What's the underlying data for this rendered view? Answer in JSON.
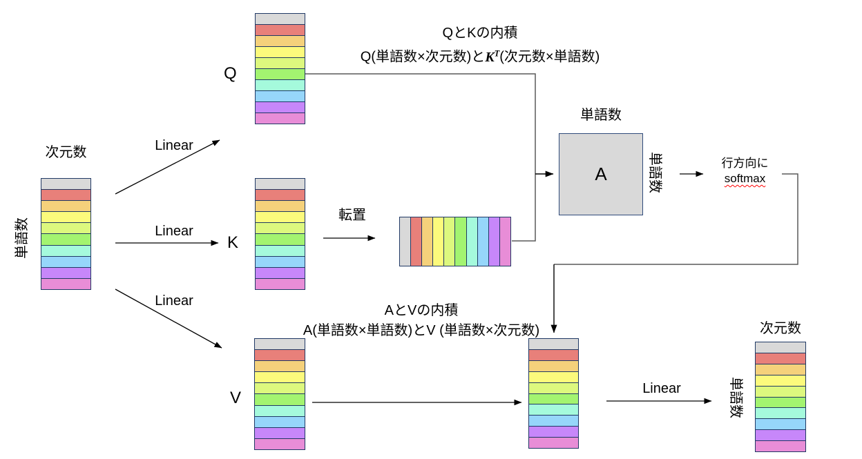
{
  "colors": {
    "matrix_border": "#1f3864",
    "matrix_rows": [
      "#d9d9d9",
      "#e8807a",
      "#f5d17b",
      "#fcfa7c",
      "#ddf87e",
      "#a3f470",
      "#a5fadc",
      "#96d6fa",
      "#c787fa",
      "#e88dd7"
    ],
    "a_box_fill": "#d9d9d9",
    "a_box_border": "#2e4a7a",
    "connector": "#595959",
    "arrow": "#000000",
    "softmax_underline": "#ff0000"
  },
  "matrices": {
    "source": {
      "top_label": "次元数",
      "side_label": "単語数"
    },
    "q": {
      "label": "Q"
    },
    "k": {
      "label": "K"
    },
    "v": {
      "label": "V"
    },
    "attention": {
      "label": "A",
      "top_label": "単語数",
      "side_label": "単語数"
    },
    "output": {
      "top_label": "次元数",
      "side_label": "単語数"
    }
  },
  "arrow_labels": {
    "linear_q": "Linear",
    "linear_k": "Linear",
    "linear_v": "Linear",
    "linear_out": "Linear",
    "transpose": "転置"
  },
  "annotations": {
    "qk_product": {
      "title": "QとKの内積",
      "formula_prefix": "Q(単語数×次元数)と",
      "formula_var": "K",
      "formula_sup": "T",
      "formula_suffix": "(次元数×単語数)"
    },
    "av_product": {
      "title": "AとVの内積",
      "formula": "A(単語数×単語数)とV (単語数×次元数)"
    },
    "softmax": {
      "line1": "行方向に",
      "line2": "softmax"
    }
  }
}
